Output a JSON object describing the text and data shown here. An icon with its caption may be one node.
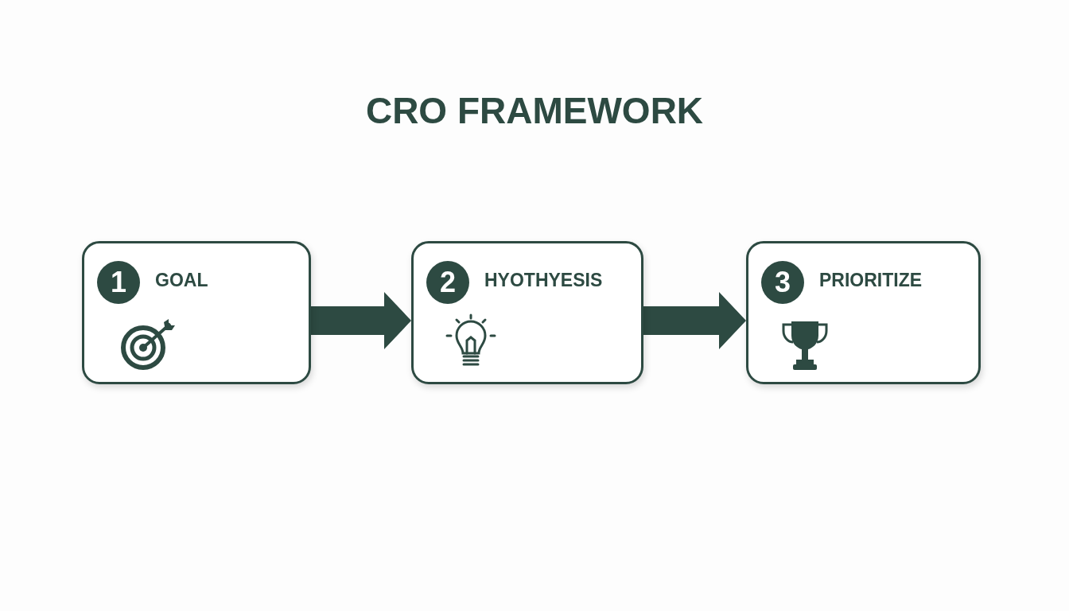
{
  "diagram": {
    "title": "CRO FRAMEWORK",
    "nodes": [
      {
        "text": [
          "GOAL"
        ]
      },
      {
        "text": [
          "1"
        ],
        "in": 0
      },
      {
        "text": [
          "HYOTHYESIS"
        ]
      },
      {
        "text": [
          "2"
        ],
        "in": 2
      },
      {
        "text": [
          "PRIORITIZE"
        ]
      },
      {
        "text": [
          "3"
        ],
        "in": 4
      }
    ],
    "edges": [
      {
        "from": 0,
        "to": 2,
        "arrow": "to"
      },
      {
        "from": 2,
        "to": 4,
        "arrow": "to"
      }
    ]
  }
}
